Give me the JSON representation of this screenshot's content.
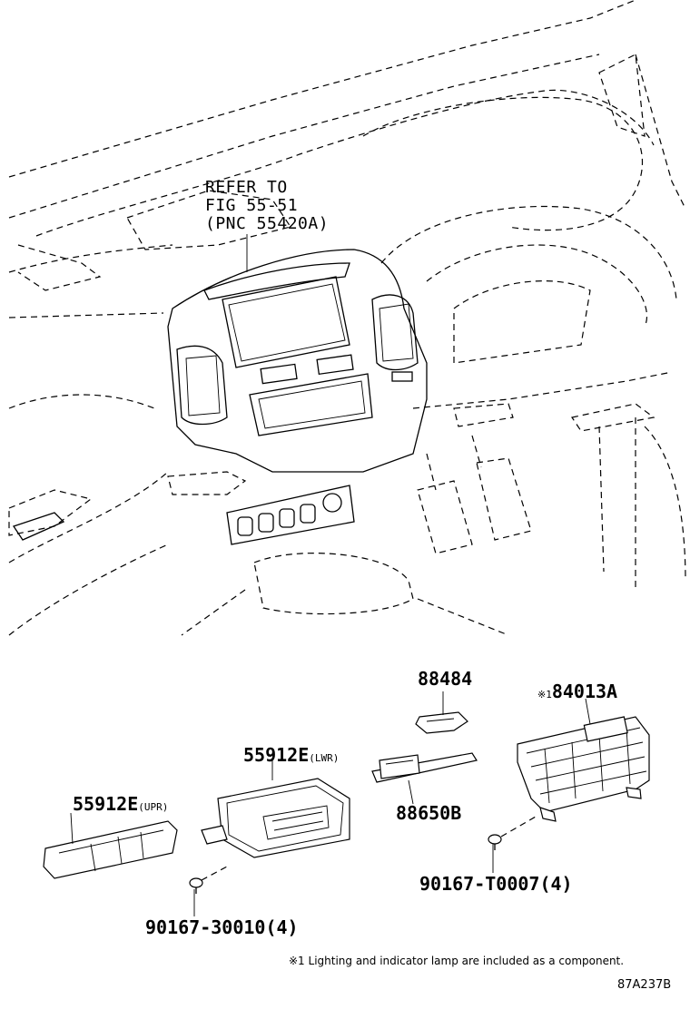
{
  "refer_label": {
    "line1": "REFER TO",
    "line2": "FIG 55-51",
    "line3": "(PNC 55420A)"
  },
  "parts": {
    "p88484": "88484",
    "p84013a_mark": "※1",
    "p84013a": "84013A",
    "p55912e_lwr": "55912E",
    "p55912e_lwr_suffix": "(LWR)",
    "p55912e_upr": "55912E",
    "p55912e_upr_suffix": "(UPR)",
    "p88650b": "88650B",
    "p90167_t0007": "90167-T0007(4)",
    "p90167_30010": "90167-30010(4)"
  },
  "footnote": "※1 Lighting and indicator lamp are included as a component.",
  "figure_code": "87A237B"
}
